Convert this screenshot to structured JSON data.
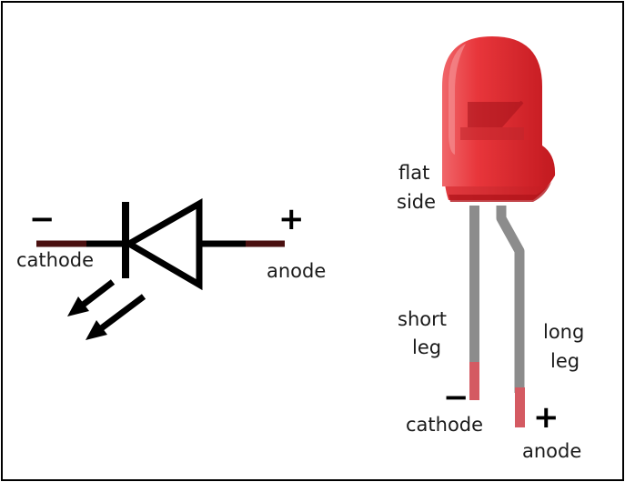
{
  "symbol": {
    "minus_sign": "−",
    "plus_sign": "+",
    "cathode_label": "cathode",
    "anode_label": "anode"
  },
  "led": {
    "flat_side_label": [
      "flat",
      "side"
    ],
    "short_leg_label": [
      "short",
      "leg"
    ],
    "long_leg_label": [
      "long",
      "leg"
    ],
    "minus_sign": "−",
    "plus_sign": "+",
    "cathode_label": "cathode",
    "anode_label": "anode"
  },
  "colors": {
    "led_red": "#e8363b",
    "led_rim": "#d11f25",
    "leg_gray": "#8c8c8c",
    "leg_tip": "#d45a62",
    "wire_dark": "#4a1010",
    "line": "#000000"
  }
}
